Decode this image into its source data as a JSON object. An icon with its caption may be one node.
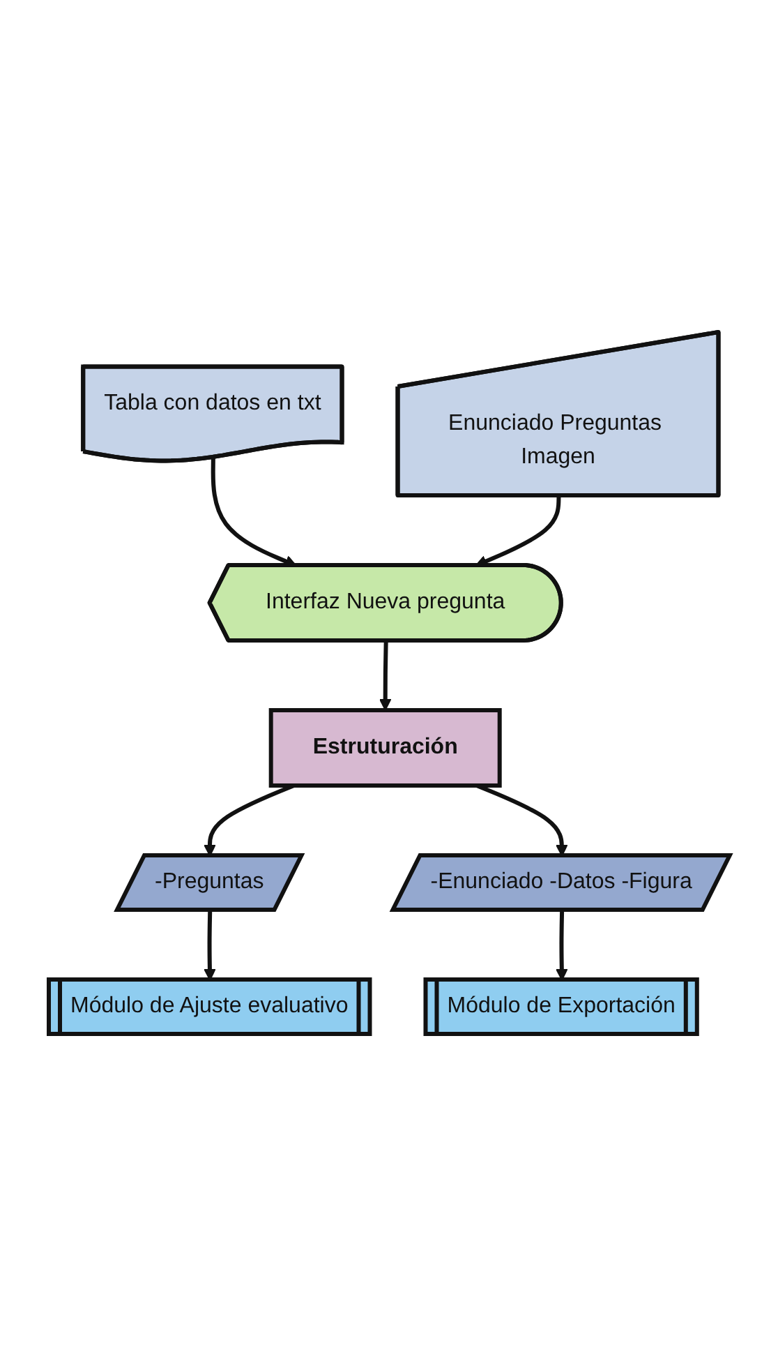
{
  "diagram": {
    "nodes": [
      {
        "text": [
          "Tabla con datos en txt"
        ]
      },
      {
        "text": [
          "Enunciado Preguntas Imagen"
        ]
      },
      {
        "text": [
          "Interfaz Nueva pregunta"
        ]
      },
      {
        "text": [
          "Estruturación"
        ]
      },
      {
        "text": [
          "-Preguntas"
        ]
      },
      {
        "text": [
          "-Enunciado -Datos -Figura"
        ]
      },
      {
        "text": [
          "Módulo de Ajuste evaluativo"
        ]
      },
      {
        "text": [
          "Módulo de Exportación"
        ]
      }
    ],
    "edges": [
      {
        "from": 0,
        "to": 2,
        "arrow": "to"
      },
      {
        "from": 1,
        "to": 2,
        "arrow": "to"
      },
      {
        "from": 2,
        "to": 3,
        "arrow": "to"
      },
      {
        "from": 3,
        "to": 4,
        "arrow": "to"
      },
      {
        "from": 3,
        "to": 5,
        "arrow": "to"
      },
      {
        "from": 4,
        "to": 6,
        "arrow": "to"
      },
      {
        "from": 5,
        "to": 7,
        "arrow": "to"
      }
    ]
  }
}
